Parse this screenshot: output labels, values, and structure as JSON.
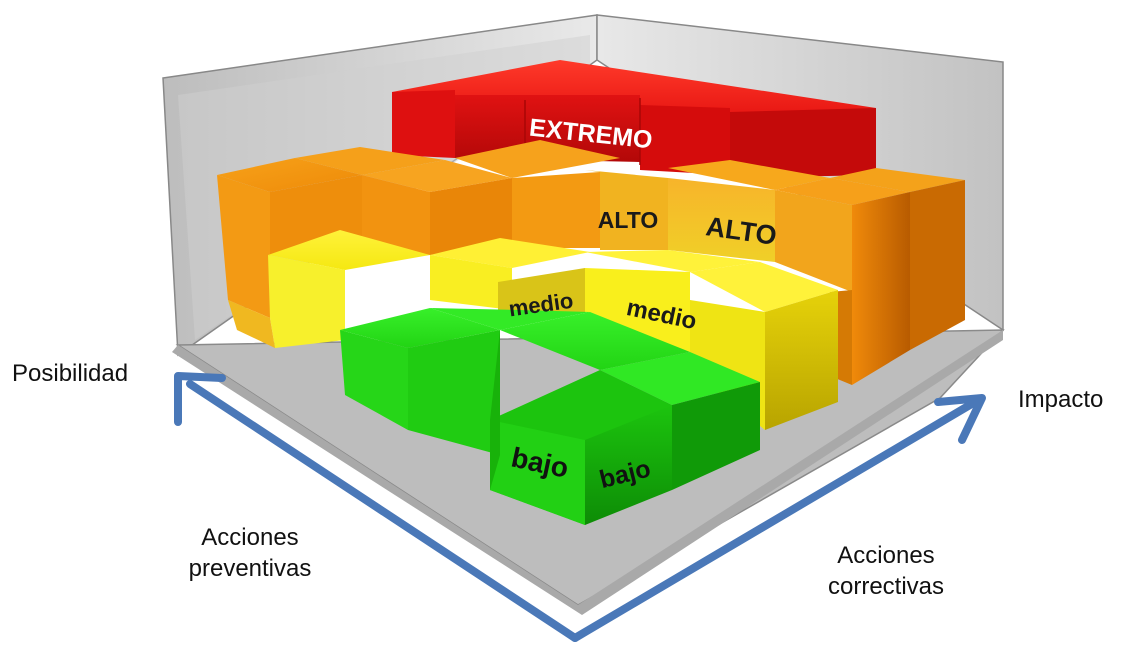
{
  "labels": {
    "posibilidad": "Posibilidad",
    "impacto": "Impacto",
    "acciones_preventivas_1": "Acciones",
    "acciones_preventivas_2": "preventivas",
    "acciones_correctivas_1": "Acciones",
    "acciones_correctivas_2": "correctivas"
  },
  "levels": {
    "extremo": "EXTREMO",
    "alto_1": "ALTO",
    "alto_2": "ALTO",
    "medio_1": "medio",
    "medio_2": "medio",
    "bajo_1": "bajo",
    "bajo_2": "bajo"
  },
  "colors": {
    "extremo": "#e81414",
    "alto": "#f29a12",
    "medio": "#f5f01e",
    "bajo": "#2ae21c",
    "arrow": "#4a78b8",
    "wall": "#d2d2d2",
    "floor": "#c0c0c0"
  }
}
